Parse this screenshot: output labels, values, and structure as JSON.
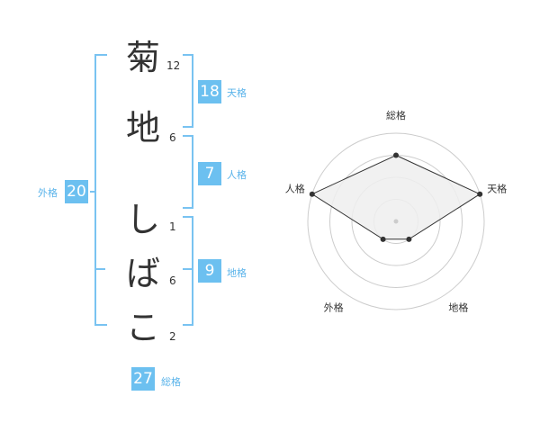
{
  "accent_color": "#6cc0f0",
  "characters": [
    {
      "char": "菊",
      "strokes": "12"
    },
    {
      "char": "地",
      "strokes": "6"
    },
    {
      "char": "し",
      "strokes": "1"
    },
    {
      "char": "ば",
      "strokes": "6"
    },
    {
      "char": "こ",
      "strokes": "2"
    }
  ],
  "fortunes": {
    "tenkaku": {
      "label": "天格",
      "value": "18"
    },
    "jinkaku": {
      "label": "人格",
      "value": "7"
    },
    "chikaku": {
      "label": "地格",
      "value": "9"
    },
    "gaikaku": {
      "label": "外格",
      "value": "20"
    },
    "soukaku": {
      "label": "総格",
      "value": "27"
    }
  },
  "radar": {
    "axes": [
      "総格",
      "天格",
      "地格",
      "外格",
      "人格"
    ],
    "levels": 4,
    "max": 4,
    "values": [
      3,
      4,
      1,
      1,
      4
    ]
  }
}
